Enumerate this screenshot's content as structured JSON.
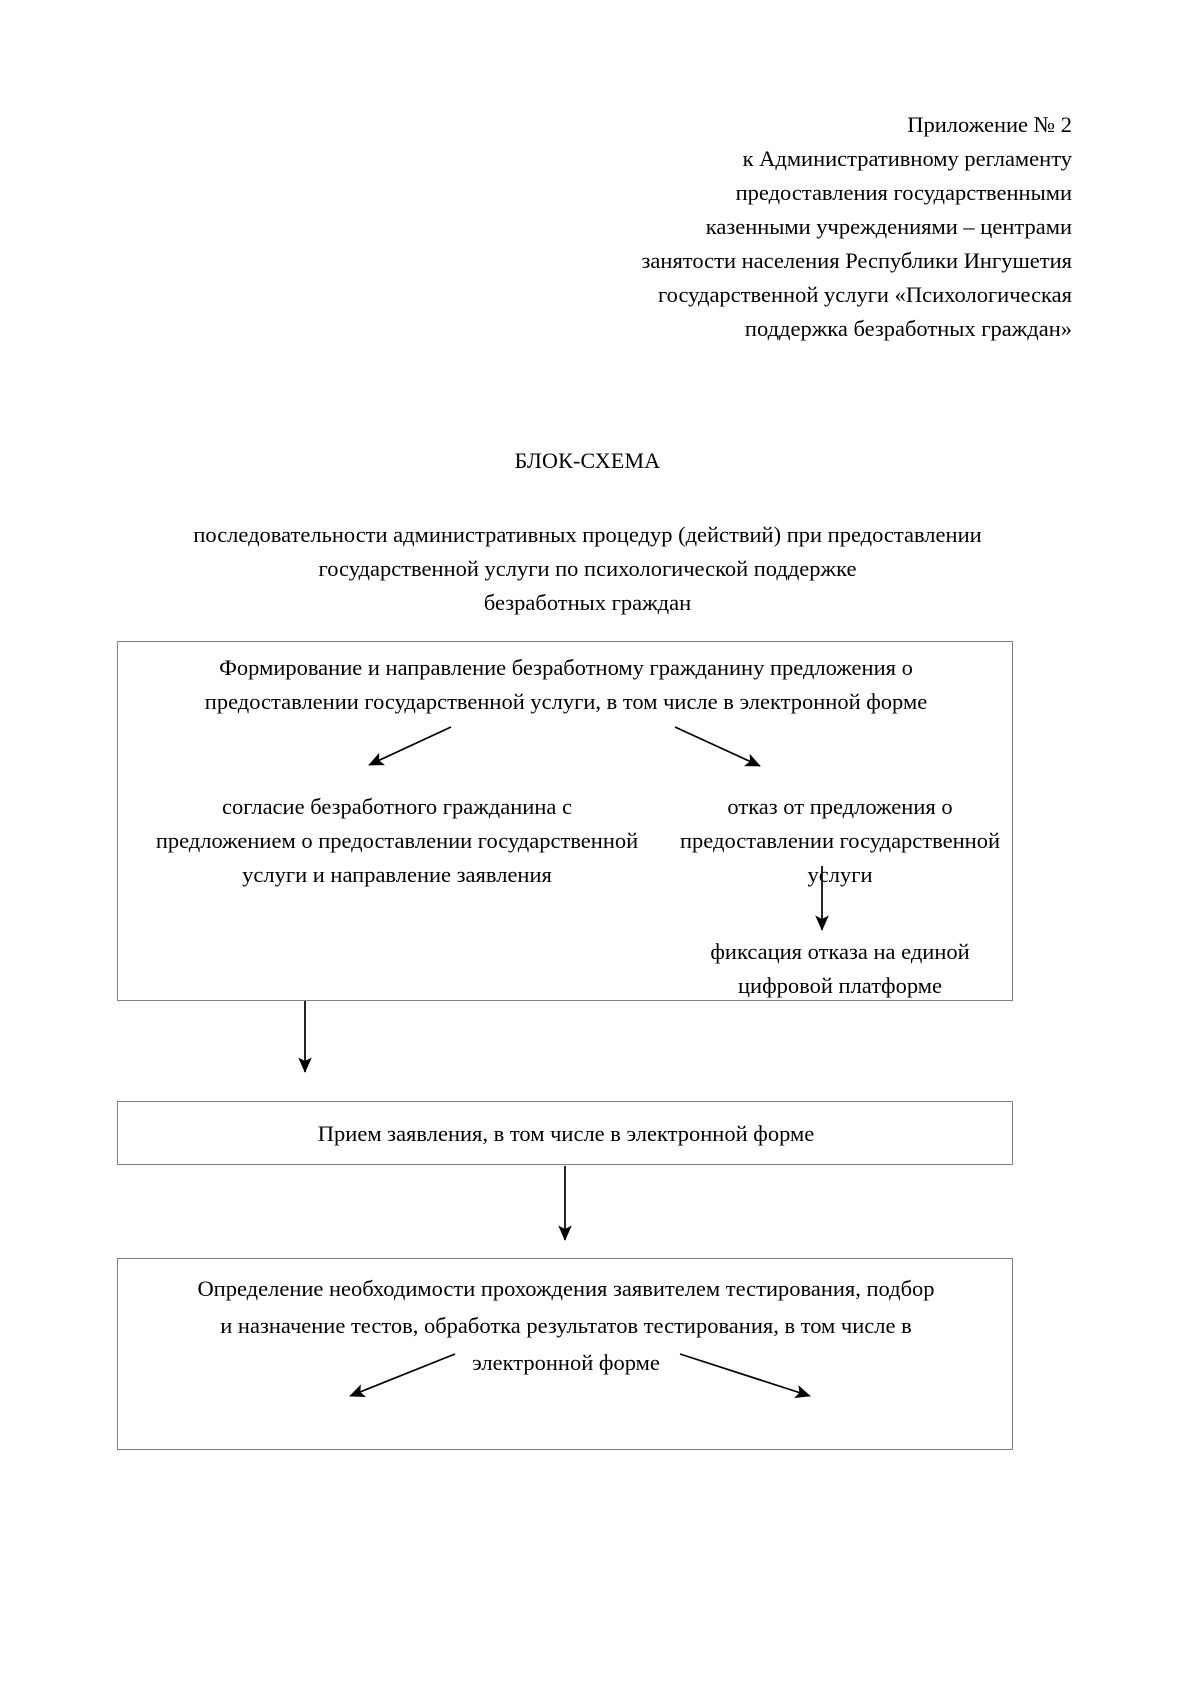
{
  "document": {
    "header_note": [
      "Приложение № 2",
      "к Административному регламенту",
      "предоставления государственными",
      "казенными учреждениями – центрами",
      "занятости населения Республики Ингушетия",
      "государственной услуги «Психологическая",
      "поддержка безработных граждан»"
    ],
    "title": "БЛОК-СХЕМА",
    "subtitle": [
      "последовательности административных процедур (действий) при предоставлении",
      "государственной услуги по психологической поддержке",
      "безработных граждан"
    ]
  },
  "flowchart": {
    "box1": {
      "heading": [
        "Формирование и направление безработному гражданину предложения о",
        "предоставлении государственной услуги, в том числе в электронной форме"
      ],
      "branch_left": "согласие безработного гражданина с предложением о предоставлении государственной услуги и направление заявления",
      "branch_right": "отказ от предложения о предоставлении государственной услуги",
      "branch_fix": "фиксация отказа на единой цифровой платформе"
    },
    "box2": {
      "text": "Прием заявления, в том числе в электронной форме"
    },
    "box3": {
      "lines": [
        "Определение необходимости прохождения заявителем тестирования, подбор",
        "и назначение тестов, обработка результатов тестирования, в том числе в",
        "электронной форме"
      ]
    },
    "connectors": {
      "box1_split_left": "arrow-down-left-icon",
      "box1_split_right": "arrow-down-right-icon",
      "box1_refusal_down": "arrow-down-icon",
      "box1_to_box2": "arrow-down-icon",
      "box2_to_box3": "arrow-down-icon",
      "box3_split_left": "arrow-down-left-icon",
      "box3_split_right": "arrow-down-right-icon"
    },
    "colors": {
      "border": "#808080",
      "line": "#000000",
      "text": "#000000",
      "background": "#ffffff"
    }
  }
}
